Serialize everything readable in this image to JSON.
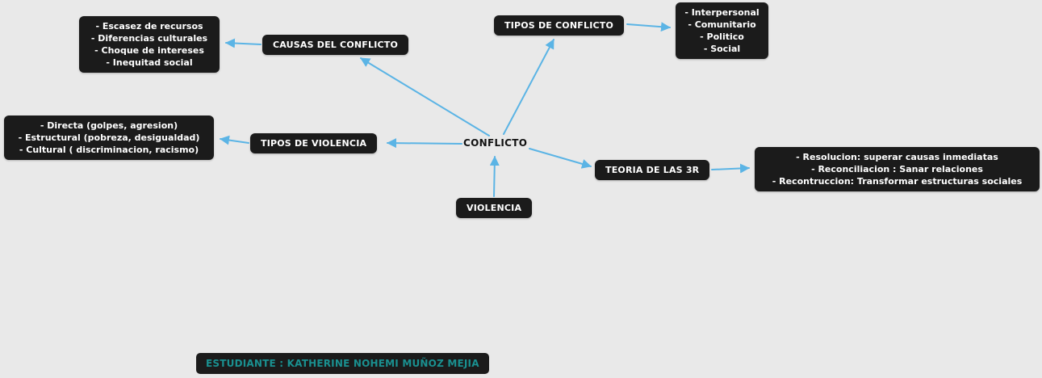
{
  "colors": {
    "background": "#e9e9e9",
    "node_bg": "#1b1b1b",
    "node_text": "#ffffff",
    "arrow": "#5bb4e5",
    "center_text": "#111111",
    "student_text": "#1a9090"
  },
  "nodes": {
    "conflicto": {
      "label": "CONFLICTO"
    },
    "violencia": {
      "label": "VIOLENCIA"
    },
    "causas": {
      "label": "CAUSAS DEL CONFLICTO"
    },
    "causas_detalle": {
      "lines": [
        "- Escasez de recursos",
        "- Diferencias culturales",
        "- Choque de intereses",
        "- Inequitad social"
      ]
    },
    "tipos_conflicto": {
      "label": "TIPOS DE CONFLICTO"
    },
    "tipos_conflicto_detalle": {
      "lines": [
        "- Interpersonal",
        "- Comunitario",
        "- Politico",
        "- Social"
      ]
    },
    "tipos_violencia": {
      "label": "TIPOS DE VIOLENCIA"
    },
    "tipos_violencia_detalle": {
      "lines": [
        "- Directa (golpes, agresion)",
        "- Estructural (pobreza, desigualdad)",
        "- Cultural ( discriminacion, racismo)"
      ]
    },
    "teoria_3r": {
      "label": "TEORIA DE LAS 3R"
    },
    "teoria_3r_detalle": {
      "lines": [
        "- Resolucion: superar causas inmediatas",
        "- Reconciliacion : Sanar relaciones",
        "- Recontruccion: Transformar estructuras sociales"
      ]
    }
  },
  "edges": [
    {
      "from": "conflicto",
      "to": "causas"
    },
    {
      "from": "causas",
      "to": "causas_detalle"
    },
    {
      "from": "conflicto",
      "to": "tipos_conflicto"
    },
    {
      "from": "tipos_conflicto",
      "to": "tipos_conflicto_detalle"
    },
    {
      "from": "conflicto",
      "to": "tipos_violencia"
    },
    {
      "from": "tipos_violencia",
      "to": "tipos_violencia_detalle"
    },
    {
      "from": "conflicto",
      "to": "teoria_3r"
    },
    {
      "from": "teoria_3r",
      "to": "teoria_3r_detalle"
    },
    {
      "from": "violencia",
      "to": "conflicto"
    }
  ],
  "footer": {
    "student": "ESTUDIANTE : KATHERINE NOHEMI MUÑOZ MEJIA"
  }
}
